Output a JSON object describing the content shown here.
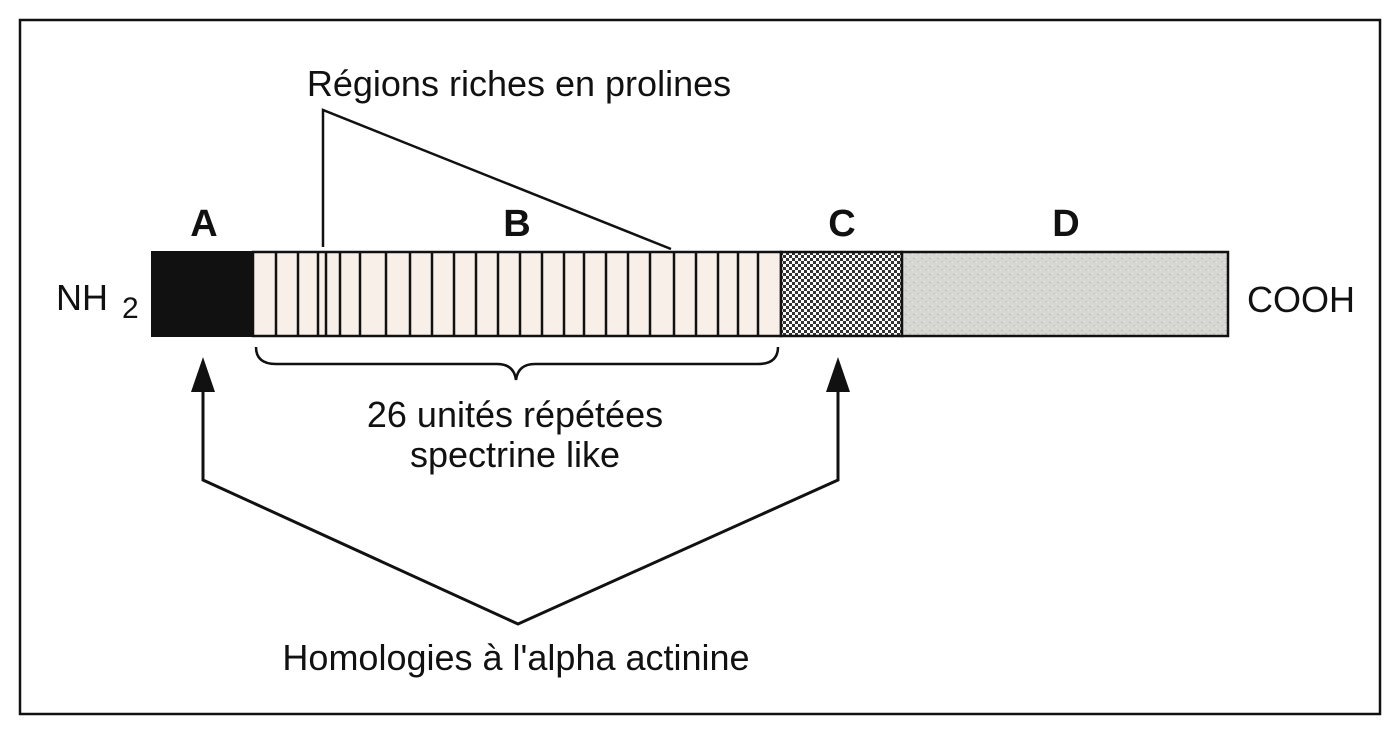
{
  "labels": {
    "proline_regions": "Régions riches en prolines",
    "repeats_line1": "26 unités répétées",
    "repeats_line2": "spectrine like",
    "homology": "Homologies à l'alpha actinine"
  },
  "termini": {
    "n_main": "NH",
    "n_sub": "2",
    "c_terminus": "COOH"
  },
  "domains": [
    {
      "id": "A",
      "label": "A",
      "fill": "#111111"
    },
    {
      "id": "B",
      "label": "B",
      "fill": "#f8efe8"
    },
    {
      "id": "C",
      "label": "C",
      "fill": "checker"
    },
    {
      "id": "D",
      "label": "D",
      "fill": "#d9d9d6"
    }
  ],
  "colors": {
    "stroke": "#111111",
    "background": "#ffffff"
  }
}
